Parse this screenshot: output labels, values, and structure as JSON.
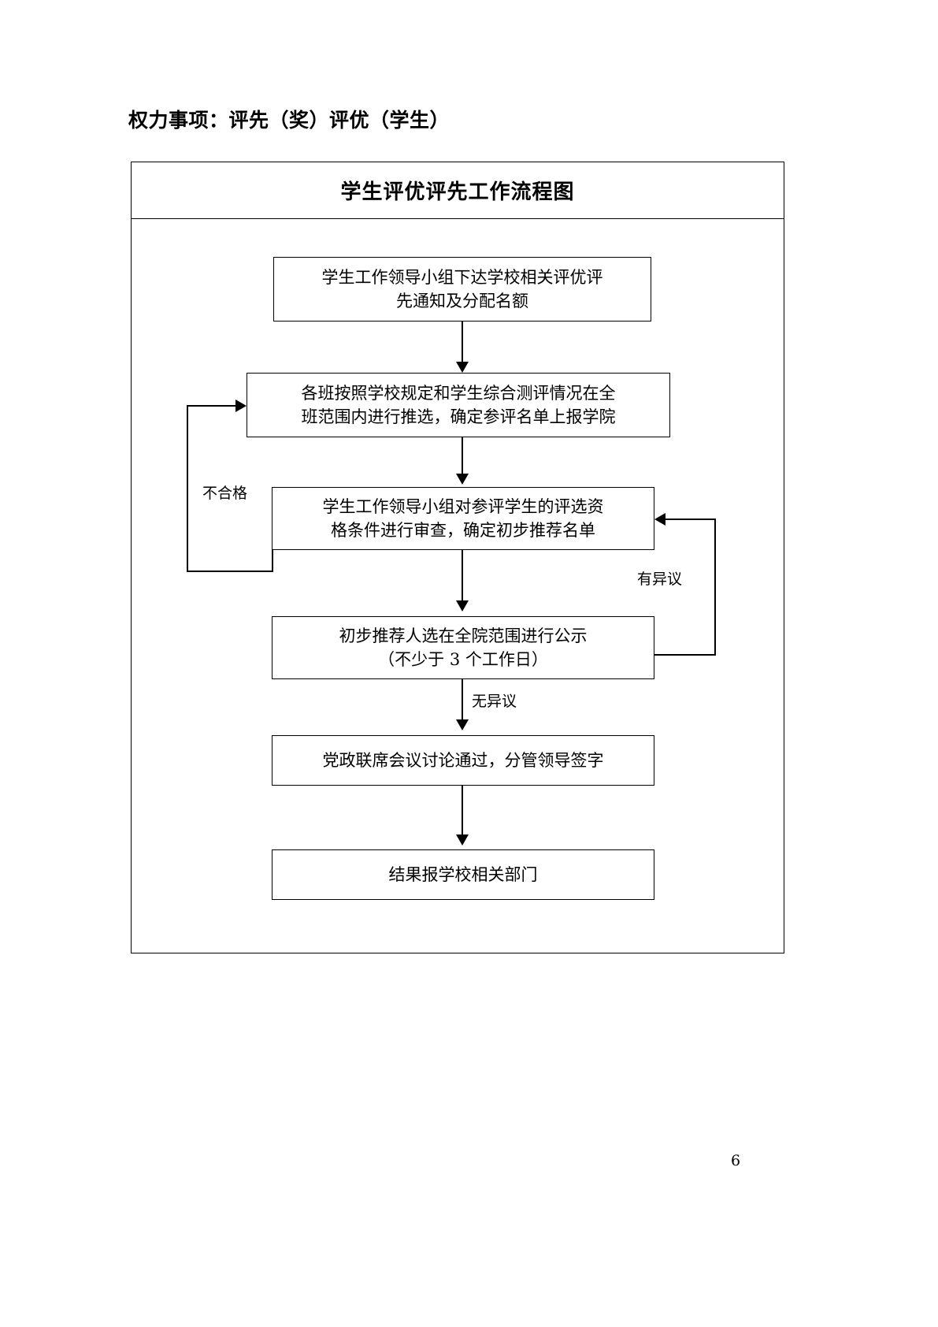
{
  "document": {
    "title": "权力事项：评先（奖）评优（学生）",
    "page_number": "6"
  },
  "chart": {
    "header_title": "学生评优评先工作流程图",
    "boxes": [
      {
        "id": "box-1",
        "lines": [
          "学生工作领导小组下达学校相关评优评",
          "先通知及分配名额"
        ]
      },
      {
        "id": "box-2",
        "lines": [
          "各班按照学校规定和学生综合测评情况在全",
          "班范围内进行推选，确定参评名单上报学院"
        ]
      },
      {
        "id": "box-3",
        "lines": [
          "学生工作领导小组对参评学生的评选资",
          "格条件进行审查，确定初步推荐名单"
        ]
      },
      {
        "id": "box-4",
        "lines": [
          "初步推荐人选在全院范围进行公示",
          "（不少于 3 个工作日）"
        ]
      },
      {
        "id": "box-5",
        "lines": [
          "党政联席会议讨论通过，分管领导签字"
        ]
      },
      {
        "id": "box-6",
        "lines": [
          "结果报学校相关部门"
        ]
      }
    ],
    "edge_labels": {
      "fail": "不合格",
      "objection": "有异议",
      "no_objection": "无异议"
    }
  },
  "colors": {
    "ink": "#000000",
    "paper": "#ffffff"
  }
}
